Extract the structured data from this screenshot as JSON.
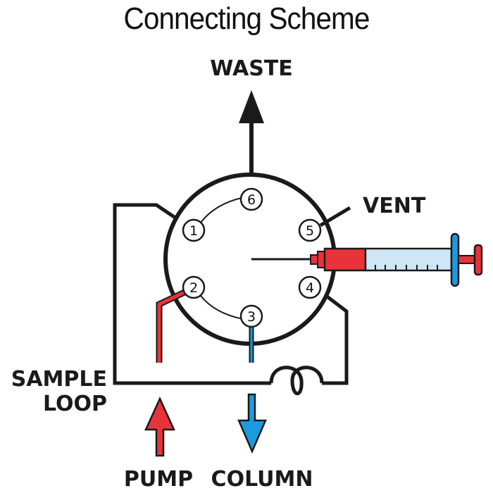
{
  "title": "Connecting Scheme",
  "labels": {
    "waste": "WASTE",
    "vent": "VENT",
    "sample_loop_line1": "SAMPLE",
    "sample_loop_line2": "LOOP",
    "pump": "PUMP",
    "column": "COLUMN"
  },
  "ports": [
    {
      "id": "port-1",
      "label": "1"
    },
    {
      "id": "port-2",
      "label": "2"
    },
    {
      "id": "port-3",
      "label": "3"
    },
    {
      "id": "port-4",
      "label": "4"
    },
    {
      "id": "port-5",
      "label": "5"
    },
    {
      "id": "port-6",
      "label": "6"
    }
  ],
  "colors": {
    "line": "#1a1a1a",
    "pump_red": "#e8333a",
    "column_blue": "#1a9be0",
    "syringe_barrel": "#cfe6f7"
  }
}
